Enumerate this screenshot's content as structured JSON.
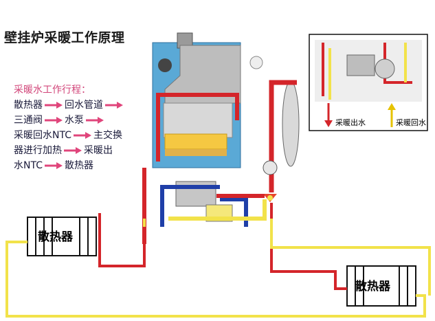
{
  "title": "壁挂炉采暖工作原理",
  "process": {
    "heading": "采暖水工作行程：",
    "lines": [
      [
        "散热器",
        "回水管道"
      ],
      [
        "三通阀",
        "水泵"
      ],
      [
        "采暖回水NTC",
        "主交换"
      ],
      [
        "器进行加热",
        "采暖出"
      ],
      [
        "水NTC",
        "散热器"
      ]
    ]
  },
  "radiators": {
    "left_label": "散热器",
    "right_label": "散热器"
  },
  "inset": {
    "outlet_label": "采暖出水",
    "return_label": "采暖回水"
  },
  "colors": {
    "hot_pipe": "#d4252a",
    "return_pipe": "#f2e24a",
    "cold_pipe": "#1f3fa8",
    "boiler_panel": "#5aa9d6",
    "arrow": "#e0457b"
  }
}
